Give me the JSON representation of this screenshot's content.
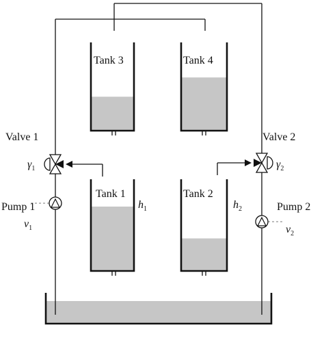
{
  "tanks": {
    "tank1": {
      "label": "Tank 1",
      "level_fraction": 0.7
    },
    "tank2": {
      "label": "Tank 2",
      "level_fraction": 0.35
    },
    "tank3": {
      "label": "Tank 3",
      "level_fraction": 0.38
    },
    "tank4": {
      "label": "Tank 4",
      "level_fraction": 0.6
    }
  },
  "heights": {
    "h1": "h",
    "h1_sub": "1",
    "h2": "h",
    "h2_sub": "2"
  },
  "valves": {
    "valve1": {
      "label": "Valve 1",
      "gamma": "γ",
      "gamma_sub": "1"
    },
    "valve2": {
      "label": "Valve 2",
      "gamma": "γ",
      "gamma_sub": "2"
    }
  },
  "pumps": {
    "pump1": {
      "label": "Pump 1",
      "v": "v",
      "v_sub": "1"
    },
    "pump2": {
      "label": "Pump 2",
      "v": "v",
      "v_sub": "2"
    }
  },
  "reservoir": {
    "level_fraction": 0.6
  },
  "colors": {
    "water": "#c6c6c6",
    "line": "#111111"
  }
}
